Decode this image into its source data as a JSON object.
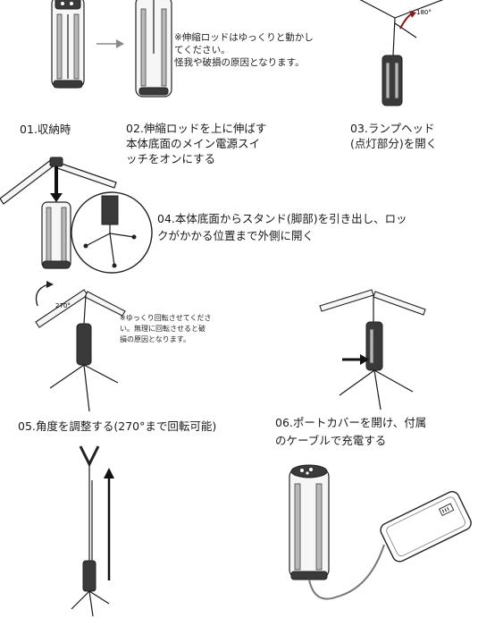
{
  "steps": [
    {
      "label": "01.収納時"
    },
    {
      "label": "02.伸縮ロッドを上に伸ばす\n本体底面のメイン電源スイ\nッチをオンにする"
    },
    {
      "label": "03.ランプヘッド\n(点灯部分)を開く"
    },
    {
      "label": "04.本体底面からスタンド(脚部)を引き出し、ロッ\nクがかかる位置まで外側に開く"
    },
    {
      "label": "05.角度を調整する(270°まで回転可能)"
    },
    {
      "label": "06.ポートカバーを開け、付属\nのケーブルで充電する"
    }
  ],
  "notes": {
    "rod_caution": "※伸縮ロッドはゆっくりと動かし\nてください。\n怪我や破損の原因となります。",
    "rotate_caution": "※ゆっくり回転させてくださ\nい。無理に回転させると破\n損の原因となります。"
  },
  "angles": {
    "lamp_open": "180°",
    "rotate": "270°"
  },
  "icons": [
    "arrow-right-icon",
    "arrow-up-icon",
    "arrow-down-icon",
    "rotate-arrow-icon"
  ]
}
